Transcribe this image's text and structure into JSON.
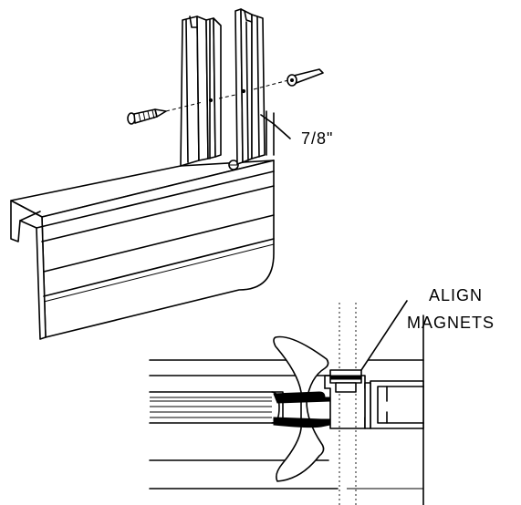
{
  "figure": {
    "dimension_label": "7/8\"",
    "callout_line1": "ALIGN",
    "callout_line2": "MAGNETS"
  }
}
